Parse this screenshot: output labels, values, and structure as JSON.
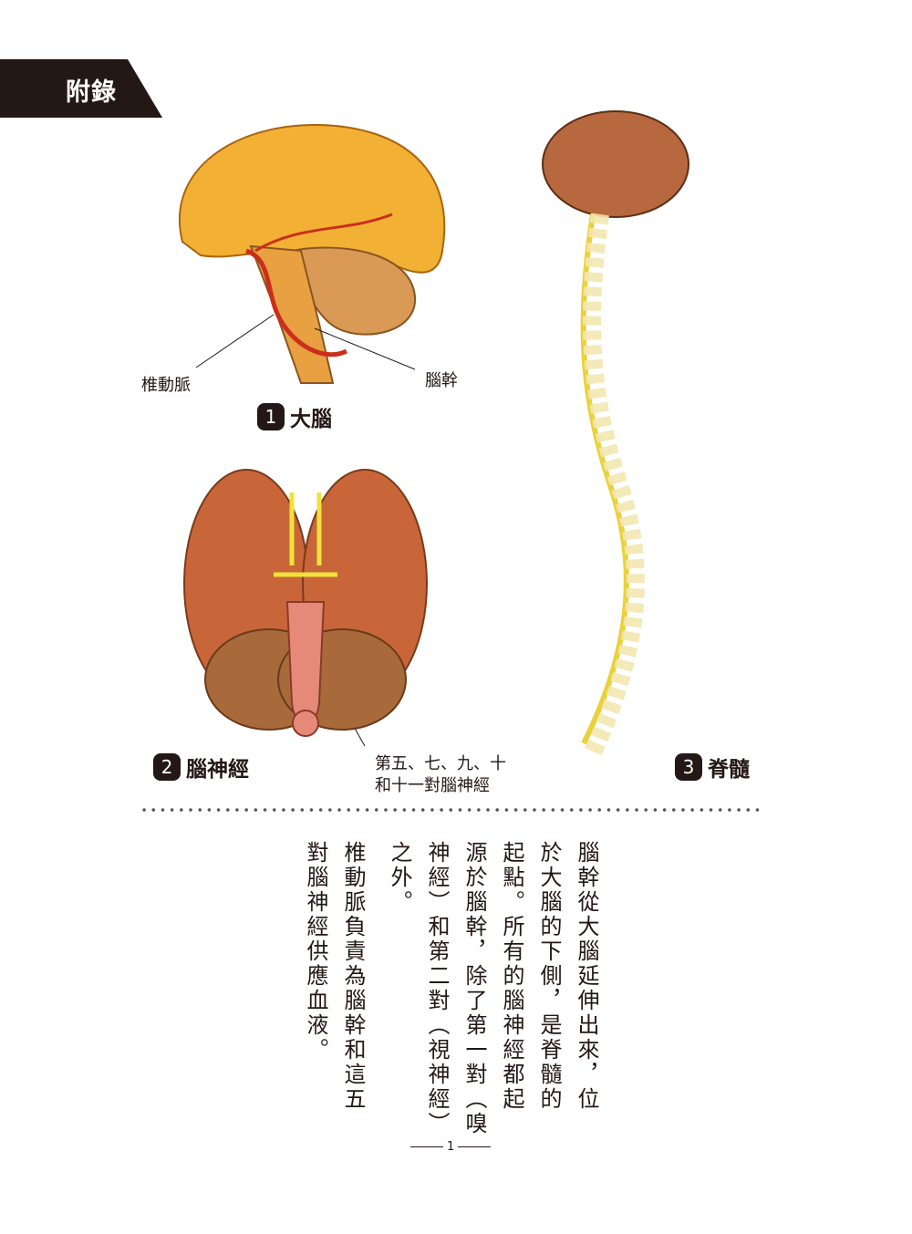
{
  "header": {
    "tab_label": "附錄"
  },
  "figures": [
    {
      "number": "1",
      "title": "大腦",
      "labels": [
        "椎動脈",
        "腦幹"
      ]
    },
    {
      "number": "2",
      "title": "腦神經",
      "labels": [
        "第五、七、九、十",
        "和十一對腦神經"
      ]
    },
    {
      "number": "3",
      "title": "脊髓"
    }
  ],
  "body_text": {
    "paragraph1_lines": [
      "腦幹從大腦延伸出來，位",
      "於大腦的下側，是脊髓的",
      "起點。所有的腦神經都起",
      "源於腦幹，除了第一對（嗅",
      "神經）和第二對（視神經）",
      "之外。"
    ],
    "paragraph2_lines": [
      "椎動脈負責為腦幹和這五",
      "對腦神經供應血液。"
    ]
  },
  "page_number": "1"
}
